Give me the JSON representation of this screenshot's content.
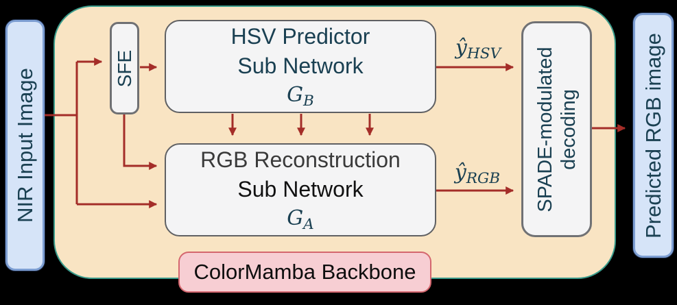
{
  "figure": {
    "backbone_label": "ColorMamba Backbone",
    "nodes": {
      "nir": {
        "label": "NIR Input Image"
      },
      "sfe": {
        "label": "SFE"
      },
      "hsv": {
        "line1": "HSV Predictor",
        "line2": "Sub Network",
        "sym": "G",
        "sym_sub": "B"
      },
      "rgb": {
        "line1": "RGB Reconstruction",
        "line2": "Sub Network",
        "sym": "G",
        "sym_sub": "A"
      },
      "spade": {
        "line1": "SPADE-modulated",
        "line2": "decoding"
      },
      "out": {
        "label": "Predicted RGB image"
      }
    },
    "edge_labels": {
      "hsv_out": {
        "base": "ŷ",
        "sub": "HSV"
      },
      "rgb_out": {
        "base": "ŷ",
        "sub": "RGB"
      }
    },
    "colors": {
      "background": "#000000",
      "backbone_fill": "#f9e4c3",
      "backbone_border": "#3a9c8c",
      "io_box_fill": "#d6e4f8",
      "io_box_border": "#7d9ed2",
      "module_fill": "#f4f4f5",
      "module_border": "#6b6c6f",
      "arrow": "#a42d28",
      "badge_fill": "#f7ced3",
      "badge_border": "#d4666e",
      "teal_text": "#1a4052"
    }
  }
}
